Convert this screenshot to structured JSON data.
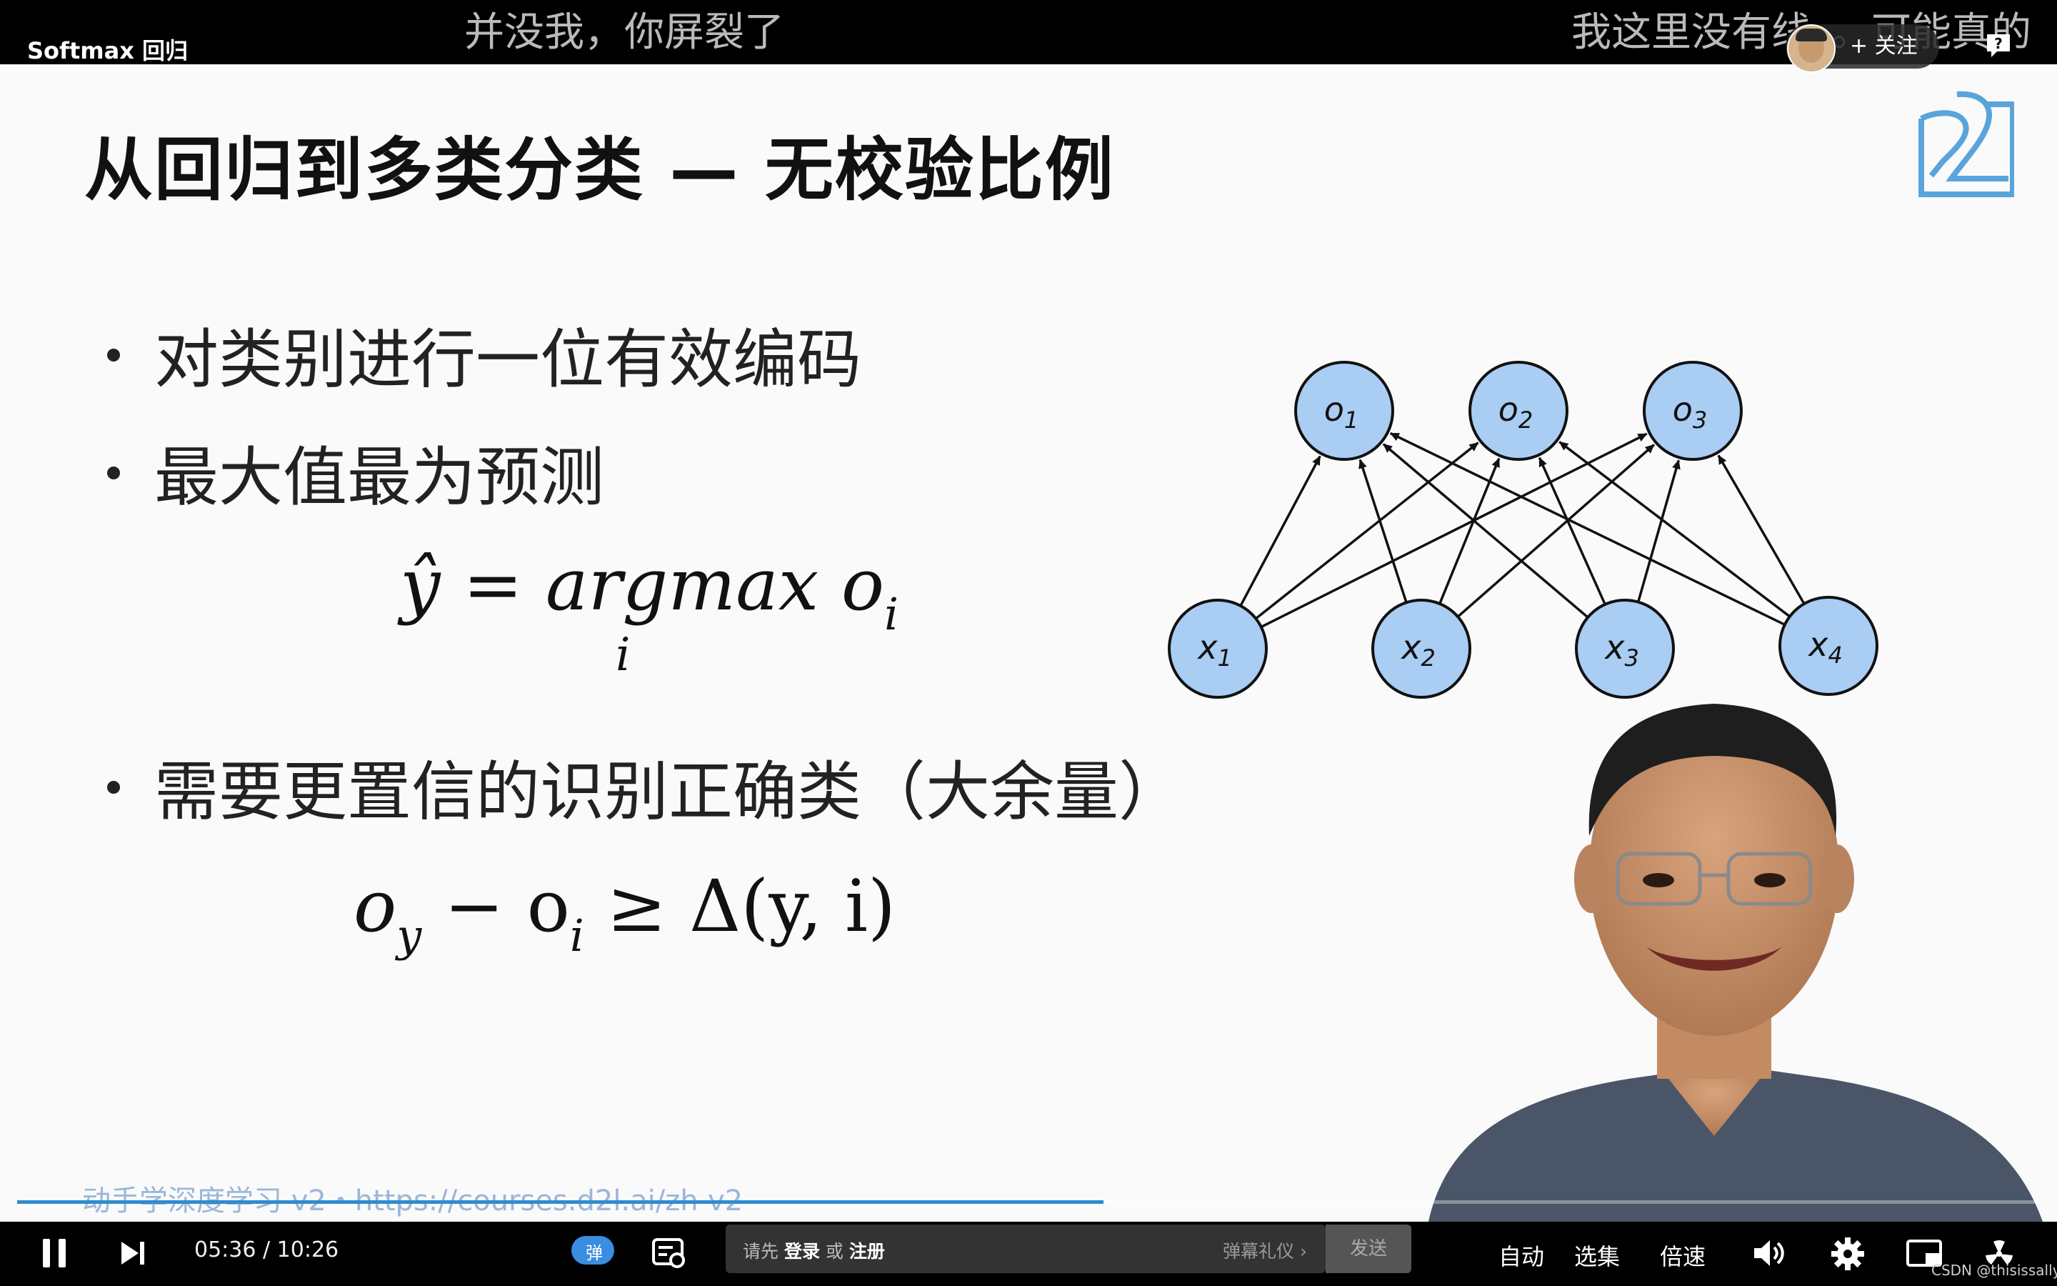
{
  "header": {
    "video_title": "Softmax 回归",
    "danmaku": [
      "并没我，你屏裂了",
      "我这里没有线。。可能真的"
    ],
    "follow_label": "+ 关注"
  },
  "slide": {
    "title": "从回归到多类分类 — 无校验比例",
    "bullets": [
      "对类别进行一位有效编码",
      "最大值最为预测",
      "需要更置信的识别正确类（大余量）"
    ],
    "formula1_main": "ŷ = argmax o",
    "formula1_sub": "i",
    "formula1_under": "i",
    "formula2": {
      "a": "o",
      "a_sub": "y",
      "b": " − o",
      "b_sub": "i",
      "c": " ≥ Δ(y, i)"
    },
    "network": {
      "outputs": [
        {
          "base": "o",
          "sub": "1"
        },
        {
          "base": "o",
          "sub": "2"
        },
        {
          "base": "o",
          "sub": "3"
        }
      ],
      "inputs": [
        {
          "base": "x",
          "sub": "1"
        },
        {
          "base": "x",
          "sub": "2"
        },
        {
          "base": "x",
          "sub": "3"
        },
        {
          "base": "x",
          "sub": "4"
        }
      ]
    },
    "footer_link": "动手学深度学习 v2・https://courses.d2l.ai/zh-v2"
  },
  "player": {
    "current_time": "05:36",
    "separator": "/",
    "duration": "10:26",
    "progress_fraction": 0.537,
    "danmaku_toggle": "弹",
    "input_prefix": "请先 ",
    "login": "登录",
    "or": " 或 ",
    "register": "注册",
    "etiquette": "弹幕礼仪 ›",
    "send": "发送",
    "auto": "自动",
    "episodes": "选集",
    "speed": "倍速"
  },
  "watermark": "CSDN @thisissally",
  "colors": {
    "accent": "#3a8de0",
    "node_fill": "#a9cdf3",
    "progress": "#2f8ccf"
  }
}
